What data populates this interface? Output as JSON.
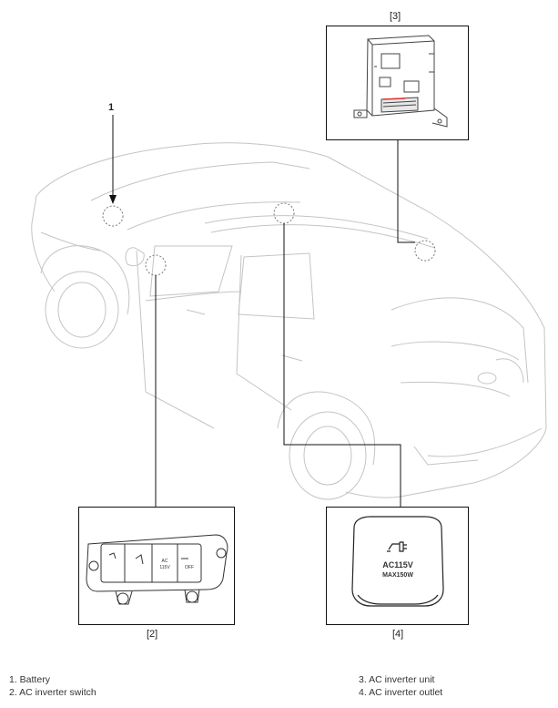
{
  "callouts": {
    "label_1": "1",
    "label_2": "[2]",
    "label_3": "[3]",
    "label_4": "[4]"
  },
  "outlet_text": {
    "line1": "AC115V",
    "line2": "MAX150W"
  },
  "switch_text": {
    "ac": "AC",
    "v": "115V",
    "off": "OFF"
  },
  "legend": [
    "1. Battery",
    "2. AC inverter switch",
    "3. AC inverter unit",
    "4. AC inverter outlet"
  ]
}
